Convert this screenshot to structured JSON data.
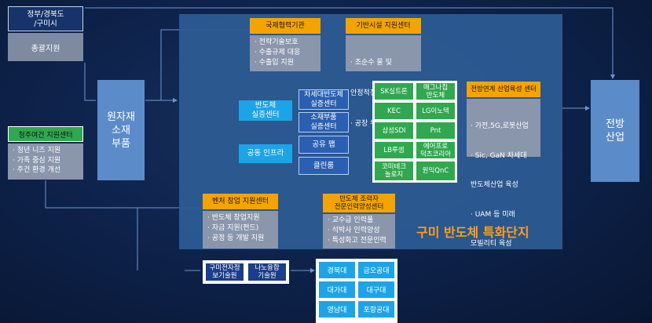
{
  "gov": {
    "title": "정부/경북도\n/구미시",
    "body": "총괄지원"
  },
  "youth_center": {
    "title": "청주여건 지원센터",
    "items": [
      "· 청년 니즈 지원",
      "· 가족 중심 지원",
      "· 주건 환경 개선"
    ]
  },
  "raw_material": {
    "label": "원자재\n소재\n부품"
  },
  "frontline": {
    "label": "전방\n산업"
  },
  "intl": {
    "title": "국제협력기관",
    "items": [
      "· 전략기술보호",
      "· 수출규제 대응",
      "· 수출입 지원"
    ]
  },
  "infra": {
    "title": "기반시설 지원센터",
    "items": [
      "· 조순수 물 및",
      "  안정적전력 공급",
      "· 공장 부지 공급"
    ]
  },
  "industry_center": {
    "title": "전방연계 산업육성 센터",
    "items": [
      "· 가전,5G,로봇산업",
      "· Sic, GaN 차세대",
      "  반도체산업 육성",
      "· UAM 등 미래",
      "  모빌리티 육성"
    ]
  },
  "test_center": {
    "label": "반도체\n실증센터"
  },
  "next_gen": {
    "label": "차세대반도체\n실증센터"
  },
  "material_parts": {
    "label": "소재부품\n실증센터"
  },
  "common_infra": {
    "label": "공동 인프라"
  },
  "shared_fab": {
    "label": "공유 팹"
  },
  "cleanroom": {
    "label": "클린룸"
  },
  "companies": [
    "SK실트론",
    "매그나칩\n반도체",
    "KEC",
    "LG이노텍",
    "삼성SDI",
    "Pnt",
    "LB루셈",
    "에어프로\n덕츠코리아",
    "코미테크\n놀로지",
    "원익QnC"
  ],
  "venture": {
    "title": "벤처 창업 지원센터",
    "items": [
      "· 반도체 창업지원",
      "· 자금 지원(펀드)",
      "· 공정 등 개발 지원"
    ]
  },
  "talent": {
    "title": "반도체 조력자\n전문인력양성센터",
    "items": [
      "· 교수급 인력풀",
      "· 석박사 인력양성",
      "· 특성화고 전문인력"
    ]
  },
  "complex_title": "구미 반도체 특화단지",
  "institutes": [
    {
      "label": "구미전자정\n보기술원"
    },
    {
      "label": "나노융합\n기술원"
    }
  ],
  "universities": [
    "경북대",
    "금오공대",
    "대가대",
    "대구대",
    "영남대",
    "포항공대"
  ],
  "colors": {
    "orange": "#f5a300",
    "green": "#2fa84f",
    "cyan": "#1da4e8",
    "panel": "#2c5b92",
    "title": "#ff9f1a"
  }
}
